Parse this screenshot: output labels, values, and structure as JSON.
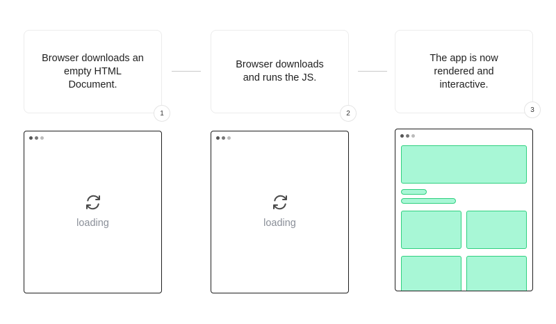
{
  "steps": [
    {
      "number": "1",
      "text": "Browser downloads an empty HTML Document."
    },
    {
      "number": "2",
      "text": "Browser downloads and runs the JS."
    },
    {
      "number": "3",
      "text": "The app is now rendered and interactive."
    }
  ],
  "browsers": [
    {
      "state": "loading",
      "loading_label": "loading",
      "icon": "refresh-icon"
    },
    {
      "state": "loading",
      "loading_label": "loading",
      "icon": "refresh-icon"
    },
    {
      "state": "rendered"
    }
  ],
  "colors": {
    "border": "#1e1e1e",
    "loading_text": "#8a8f98",
    "app_fill": "#a8f7d6",
    "app_stroke": "#2fd07f",
    "connector": "#c9c9c9"
  }
}
